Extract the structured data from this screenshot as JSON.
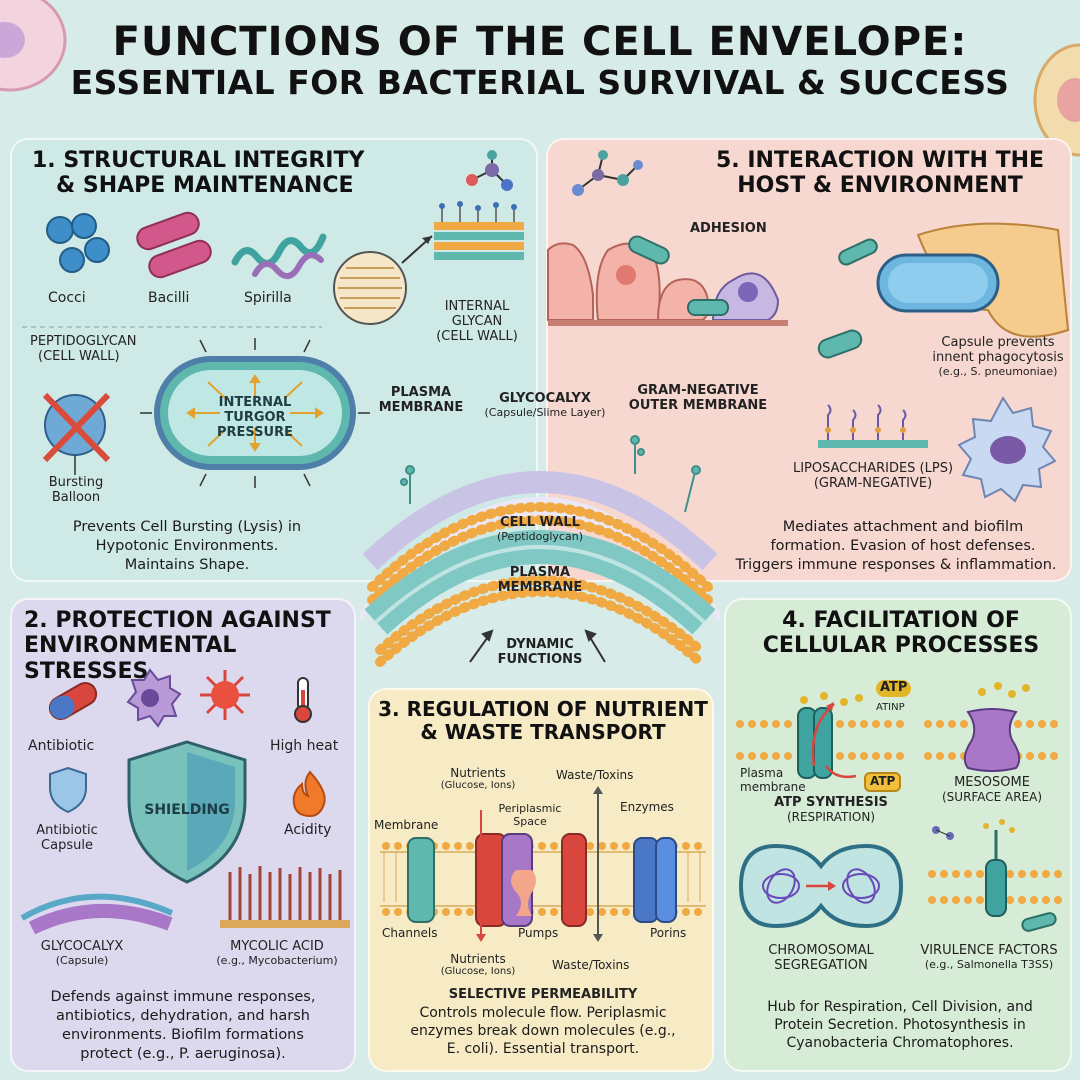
{
  "title": {
    "line1": "FUNCTIONS OF THE CELL ENVELOPE:",
    "line2": "ESSENTIAL FOR BACTERIAL SURVIVAL & SUCCESS"
  },
  "panel1": {
    "heading_line1": "1. STRUCTURAL INTEGRITY",
    "heading_line2": "& SHAPE MAINTENANCE",
    "shapes": [
      "Cocci",
      "Bacilli",
      "Spirilla"
    ],
    "inset_label_line1": "INTERNAL",
    "inset_label_line2": "GLYCAN",
    "inset_label_line3": "(CELL WALL)",
    "peptidoglycan_line1": "PEPTIDOGLYCAN",
    "peptidoglycan_line2": "(CELL WALL)",
    "pressure_line1": "INTERNAL",
    "pressure_line2": "TURGOR",
    "pressure_line3": "PRESSURE",
    "balloon_line1": "Bursting",
    "balloon_line2": "Balloon",
    "desc_line1": "Prevents Cell Bursting (Lysis) in",
    "desc_line2": "Hypotonic Environments.",
    "desc_line3": "Maintains Shape."
  },
  "panel5": {
    "heading_line1": "5. INTERACTION WITH THE",
    "heading_line2": "HOST & ENVIRONMENT",
    "adhesion": "ADHESION",
    "capsule_line1": "Capsule prevents",
    "capsule_line2": "innent phagocytosis",
    "capsule_line3": "(e.g., S. pneumoniae)",
    "lps_line1": "LIPOSACCHARIDES (LPS)",
    "lps_line2": "(GRAM-NEGATIVE)",
    "desc_line1": "Mediates attachment and biofilm",
    "desc_line2": "formation. Evasion of host defenses.",
    "desc_line3": "Triggers immune responses & inflammation."
  },
  "center": {
    "plasma_top_line1": "PLASMA",
    "plasma_top_line2": "MEMBRANE",
    "glycocalyx_line1": "GLYCOCALYX",
    "glycocalyx_line2": "(Capsule/Slime Layer)",
    "gram_line1": "GRAM-NEGATIVE",
    "gram_line2": "OUTER MEMBRANE",
    "cellwall_line1": "CELL WALL",
    "cellwall_line2": "(Peptidoglycan)",
    "plasma_mid_line1": "PLASMA",
    "plasma_mid_line2": "MEMBRANE",
    "dynamic_line1": "DYNAMIC",
    "dynamic_line2": "FUNCTIONS"
  },
  "panel2": {
    "heading_line1": "2. PROTECTION AGAINST",
    "heading_line2": "ENVIRONMENTAL STRESSES",
    "antibiotic": "Antibiotic",
    "high_heat": "High heat",
    "shielding": "SHIELDING",
    "antibiotic_capsule_line1": "Antibiotic",
    "antibiotic_capsule_line2": "Capsule",
    "acidity": "Acidity",
    "glycocalyx": "GLYCOCALYX",
    "glycocalyx_sub": "(Capsule)",
    "mycolic": "MYCOLIC ACID",
    "mycolic_sub": "(e.g., Mycobacterium)",
    "desc_line1": "Defends against immune responses,",
    "desc_line2": "antibiotics, dehydration, and harsh",
    "desc_line3": "environments. Biofilm formations",
    "desc_line4": "protect (e.g., P. aeruginosa)."
  },
  "panel3": {
    "heading_line1": "3. REGULATION OF NUTRIENT",
    "heading_line2": "& WASTE TRANSPORT",
    "nutrients_top": "Nutrients",
    "nutrients_top_sub": "(Glucose, Ions)",
    "waste_top": "Waste/Toxins",
    "periplasmic_line1": "Periplasmic",
    "periplasmic_line2": "Space",
    "enzymes": "Enzymes",
    "membrane": "Membrane",
    "channels": "Channels",
    "pumps": "Pumps",
    "porins": "Porins",
    "nutrients_bottom": "Nutrients",
    "nutrients_bottom_sub": "(Glucose, Ions)",
    "waste_bottom": "Waste/Toxins",
    "selective": "SELECTIVE PERMEABILITY",
    "desc_line1": "Controls molecule flow. Periplasmic",
    "desc_line2": "enzymes break down molecules (e.g.,",
    "desc_line3": "E. coli). Essential transport."
  },
  "panel4": {
    "heading_line1": "4. FACILITATION OF",
    "heading_line2": "CELLULAR PROCESSES",
    "atp_top": "ATP",
    "atinp": "ATINP",
    "plasma_line1": "Plasma",
    "plasma_line2": "membrane",
    "atp_badge": "ATP",
    "atp_synthesis_line1": "ATP SYNTHESIS",
    "atp_synthesis_line2": "(RESPIRATION)",
    "mesosome_line1": "MESOSOME",
    "mesosome_line2": "(SURFACE AREA)",
    "chromosomal_line1": "CHROMOSOMAL",
    "chromosomal_line2": "SEGREGATION",
    "virulence_line1": "VIRULENCE FACTORS",
    "virulence_line2": "(e.g., Salmonella T3SS)",
    "desc_line1": "Hub for Respiration, Cell Division, and",
    "desc_line2": "Protein Secretion. Photosynthesis in",
    "desc_line3": "Cyanobacteria Chromatophores."
  },
  "colors": {
    "panel1": "#cfe9e6",
    "panel5": "#f7d8d1",
    "panel2": "#dcd9ee",
    "panel3": "#f6ebc4",
    "panel4": "#d6ecd6",
    "membrane_head": "#f0a943",
    "teal": "#5fb8ad"
  }
}
